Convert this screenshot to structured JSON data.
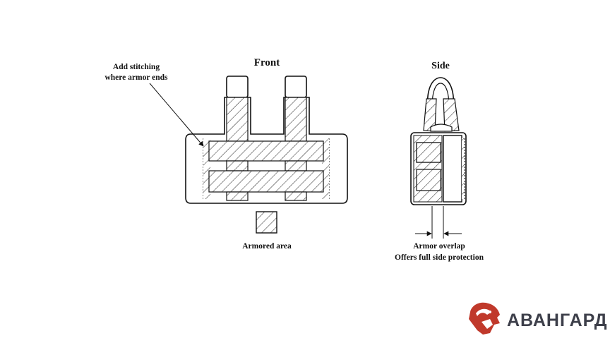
{
  "front": {
    "title": "Front",
    "stitch_note_line1": "Add stitching",
    "stitch_note_line2": "where armor ends",
    "legend_label": "Armored area"
  },
  "side": {
    "title": "Side",
    "overlap_line1": "Armor overlap",
    "overlap_line2": "Offers full side protection"
  },
  "brand": {
    "name": "АВАНГАРД",
    "logo_icon": "bear-head-icon",
    "logo_color": "#c0392b",
    "text_color": "#3d3f4a"
  }
}
